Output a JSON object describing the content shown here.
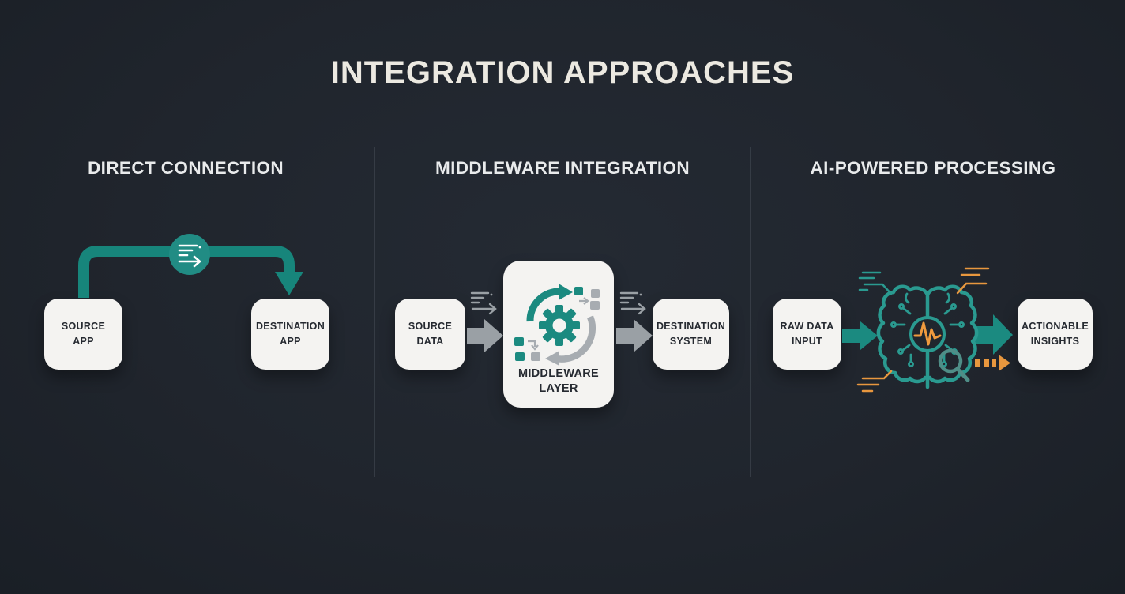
{
  "title": "INTEGRATION APPROACHES",
  "colors": {
    "background": "#21262e",
    "teal": "#1b8a80",
    "teal_bright": "#2a9a90",
    "orange": "#e8973e",
    "gray": "#9aa0a5",
    "card": "#f4f3f1",
    "card_text": "#262a31",
    "heading_text": "#e9ebec",
    "divider": "#3c434c"
  },
  "panels": [
    {
      "heading": "DIRECT CONNECTION",
      "source": {
        "line1": "SOURCE",
        "line2": "APP"
      },
      "destination": {
        "line1": "DESTINATION",
        "line2": "APP"
      }
    },
    {
      "heading": "MIDDLEWARE INTEGRATION",
      "source": {
        "line1": "SOURCE",
        "line2": "DATA"
      },
      "middleware": {
        "line1": "MIDDLEWARE",
        "line2": "LAYER"
      },
      "destination": {
        "line1": "DESTINATION",
        "line2": "SYSTEM"
      }
    },
    {
      "heading": "AI-POWERED PROCESSING",
      "source": {
        "line1": "RAW DATA",
        "line2": "INPUT"
      },
      "destination": {
        "line1": "ACTIONABLE",
        "line2": "INSIGHTS"
      }
    }
  ]
}
